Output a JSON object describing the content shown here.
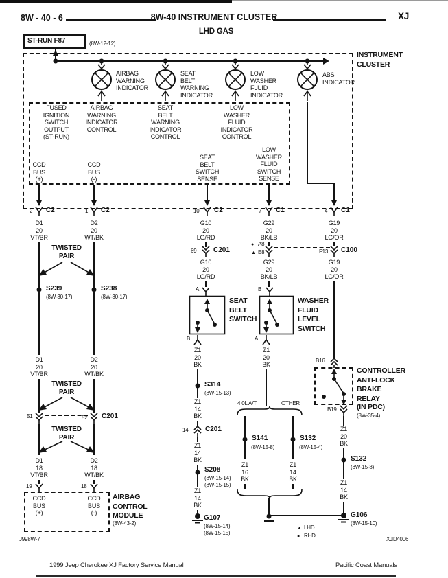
{
  "header": {
    "code": "8W - 40 - 6",
    "title": "8W-40 INSTRUMENT CLUSTER",
    "subtitle": "LHD GAS",
    "model": "XJ"
  },
  "fuse": {
    "label": "ST-RUN F87",
    "ref": "(8W-12-12)"
  },
  "cluster": {
    "name": "INSTRUMENT\nCLUSTER",
    "inputs": [
      "FUSED\nIGNITION\nSWITCH\nOUTPUT\n(ST-RUN)",
      "AIRBAG\nWARNING\nINDICATOR\nCONTROL",
      "SEAT\nBELT\nWARNING\nINDICATOR\nCONTROL",
      "LOW\nWASHER\nFLUID\nINDICATOR\nCONTROL"
    ],
    "outputs": [
      "CCD\nBUS\n(+)",
      "CCD\nBUS\n(-)",
      "SEAT\nBELT\nSWITCH\nSENSE",
      "LOW\nWASHER\nFLUID\nSWITCH\nSENSE"
    ]
  },
  "lamps": {
    "airbag": "AIRBAG\nWARNING\nINDICATOR",
    "seat_belt": "SEAT\nBELT\nWARNING\nINDICATOR",
    "washer": "LOW\nWASHER\nFLUID\nINDICATOR",
    "abs": "ABS\nINDICATOR"
  },
  "connectors": {
    "c2_2": {
      "pin": "2",
      "name": "C2"
    },
    "c2_1": {
      "pin": "1",
      "name": "C2"
    },
    "c2_10": {
      "pin": "10",
      "name": "C2"
    },
    "c1_7": {
      "pin": "7",
      "name": "C1"
    },
    "c1_4": {
      "pin": "4",
      "name": "C1"
    },
    "c201_69": {
      "pin": "69",
      "name": "C201"
    },
    "c100": {
      "pin": "F13",
      "name": "C100",
      "rhd_pin": "A8",
      "lhd_pin": "E8"
    },
    "c201_5152": {
      "pin_left": "51",
      "pin_right": "52",
      "name": "C201"
    },
    "c201_14": {
      "pin": "14",
      "name": "C201"
    }
  },
  "wires": {
    "d1_20": "D1\n20\nVT/BR",
    "d2_20": "D2\n20\nWT/BK",
    "d1_18": "D1\n18\nVT/BR",
    "d2_18": "D2\n18\nWT/BK",
    "g10": "G10\n20\nLG/RD",
    "g29": "G29\n20\nBK/LB",
    "g19": "G19\n20\nLG/OR",
    "z1_20": "Z1\n20\nBK",
    "z1_14": "Z1\n14\nBK",
    "z1_16": "Z1\n16\nBK"
  },
  "splices": {
    "s239": {
      "name": "S239",
      "ref": "(8W-30-17)"
    },
    "s238": {
      "name": "S238",
      "ref": "(8W-30-17)"
    },
    "s314": {
      "name": "S314",
      "ref": "(8W-15-13)"
    },
    "s208": {
      "name": "S208",
      "ref": "(8W-15-14)\n(8W-15-15)"
    },
    "s141": {
      "name": "S141",
      "ref": "(8W-15-8)"
    },
    "s132_left": {
      "name": "S132",
      "ref": "(8W-15-4)"
    },
    "s132_right": {
      "name": "S132",
      "ref": "(8W-15-8)"
    }
  },
  "grounds": {
    "g107": {
      "name": "G107",
      "ref": "(8W-15-14)\n(8W-15-15)"
    },
    "g106": {
      "name": "G106",
      "ref": "(8W-15-10)"
    }
  },
  "components": {
    "seat_belt_switch": "SEAT\nBELT\nSWITCH",
    "washer_switch": "WASHER\nFLUID\nLEVEL\nSWITCH",
    "abs_relay": {
      "name": "CONTROLLER\nANTI-LOCK\nBRAKE\nRELAY",
      "location": "(IN PDC)",
      "ref": "(8W-35-4)",
      "pin_top": "B16",
      "pin_bottom": "B19"
    },
    "airbag_module": {
      "name": "AIRBAG\nCONTROL\nMODULE",
      "ref": "(8W-43-2)",
      "pin_left": "19",
      "pin_right": "18",
      "input_left": "CCD\nBUS\n(+)",
      "input_right": "CCD\nBUS\n(-)"
    }
  },
  "switch_pins": {
    "seat_top": "A",
    "seat_bottom": "B",
    "washer_top": "B",
    "washer_bottom": "A"
  },
  "annotations": {
    "twisted_pair": "TWISTED\nPAIR",
    "branch_left": "4.0L A/T",
    "branch_right": "OTHER"
  },
  "legend": {
    "lhd_symbol": "▲",
    "lhd": "LHD",
    "rhd_symbol": "●",
    "rhd": "RHD"
  },
  "footer": {
    "plate": "J998W-7",
    "diagram_id": "XJI04006",
    "left": "1999 Jeep Cherokee XJ Factory Service Manual",
    "right": "Pacific Coast Manuals"
  }
}
